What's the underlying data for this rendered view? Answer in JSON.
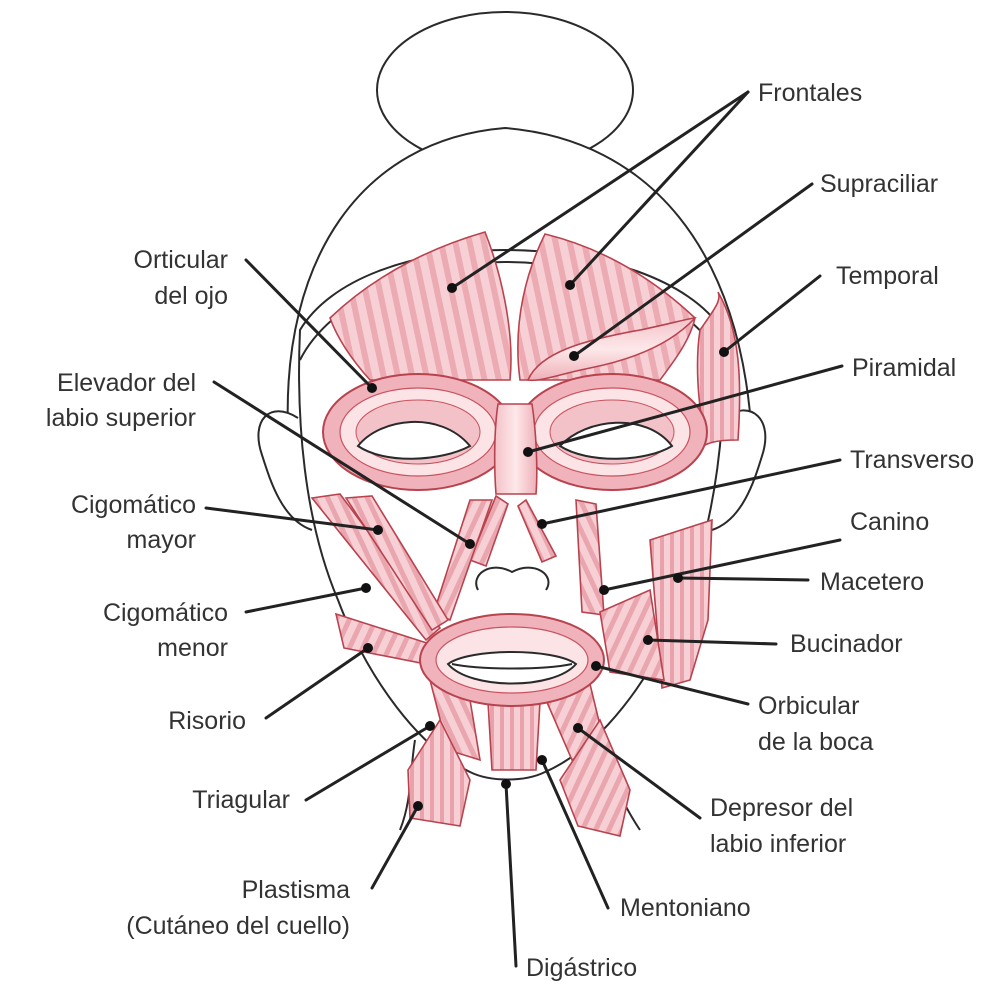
{
  "colors": {
    "muscle_fill": "#f1bcc2",
    "muscle_fill_light": "#fbe3e6",
    "muscle_stroke": "#b8434f",
    "outline": "#2a2a2a",
    "label_text": "#333333"
  },
  "labels": {
    "frontales": "Frontales",
    "supraciliar": "Supraciliar",
    "orticular_1": "Orticular",
    "orticular_2": "del ojo",
    "temporal": "Temporal",
    "elevador_1": "Elevador del",
    "elevador_2": "labio superior",
    "piramidal": "Piramidal",
    "transverso": "Transverso",
    "cigomatico_mayor_1": "Cigomático",
    "cigomatico_mayor_2": "mayor",
    "canino": "Canino",
    "macetero": "Macetero",
    "cigomatico_menor_1": "Cigomático",
    "cigomatico_menor_2": "menor",
    "bucinador": "Bucinador",
    "orbicular_1": "Orbicular",
    "orbicular_2": "de la boca",
    "risorio": "Risorio",
    "triagular": "Triagular",
    "depresor_1": "Depresor del",
    "depresor_2": "labio inferior",
    "plastisma_1": "Plastisma",
    "plastisma_2": "(Cutáneo del cuello)",
    "mentoniano": "Mentoniano",
    "digastrico": "Digástrico"
  }
}
